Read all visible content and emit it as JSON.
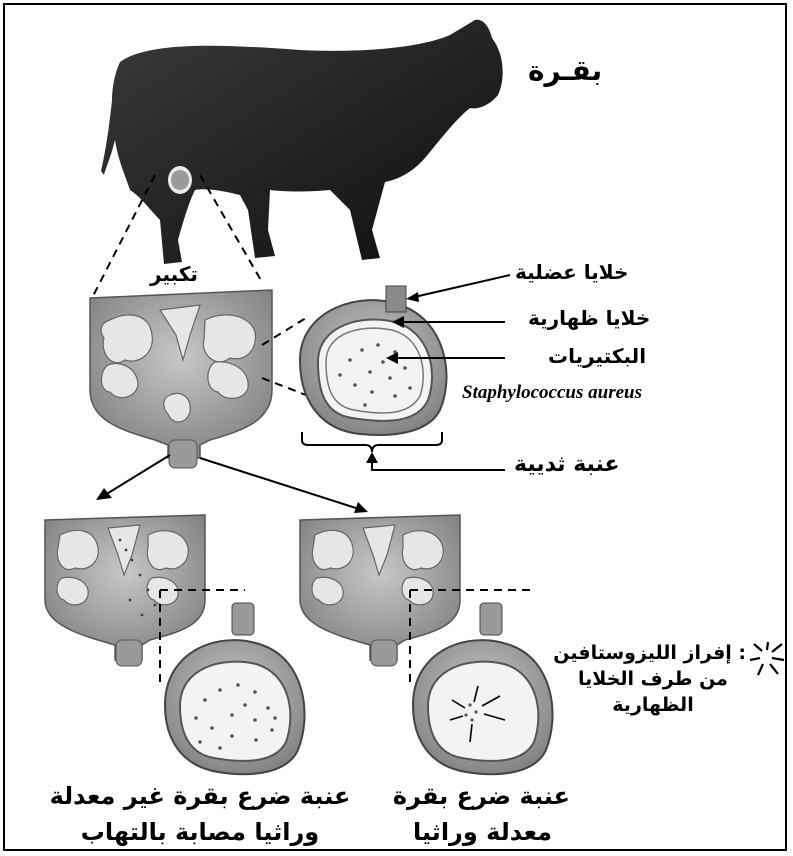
{
  "labels": {
    "cow": "بقـرة",
    "magnify": "تكبير",
    "muscle_cells": "خلايا عضلية",
    "epithelial_cells": "خلايا ظهارية",
    "bacteria": "البكتيريات",
    "bacteria_species": "Staphylococcus aureus",
    "mammary_alveolus": "عنبة ثديية",
    "legend_line1": ": إفراز الليزوستافين",
    "legend_line2": "من طرف الخلايا",
    "legend_line3": "الظهارية",
    "left_caption_line1": "عنبة ضرع بقرة غير معدلة",
    "left_caption_line2": "وراثيا مصابة بالتهاب",
    "right_caption_line1": "عنبة ضرع بقرة",
    "right_caption_line2": "معدلة وراثيا"
  },
  "colors": {
    "ink": "#000000",
    "tissue": "#8c8c8c",
    "tissue_light": "#d4d4d4"
  },
  "icons": {
    "legend": "lysostaphin-burst-icon"
  }
}
